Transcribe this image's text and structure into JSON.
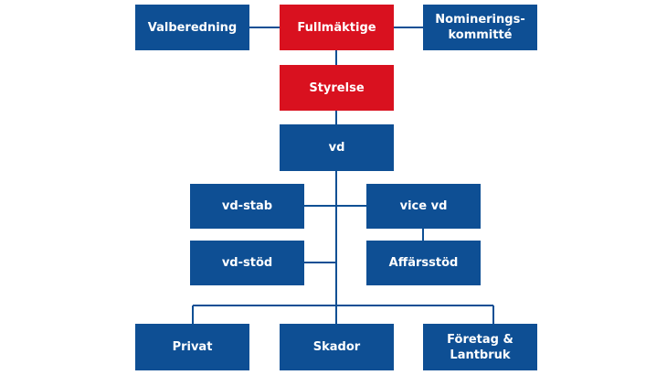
{
  "colors": {
    "governance": "#d9111f",
    "organization": "#0e4f94",
    "connector": "#0e4f94"
  },
  "boxes": {
    "valberedning": "Valberedning",
    "fullmaktige": "Fullmäktige",
    "nominering": "Nominerings-\nkommitté",
    "styrelse": "Styrelse",
    "vd": "vd",
    "vdstab": "vd-stab",
    "vicevd": "vice vd",
    "vdstod": "vd-stöd",
    "affarsstod": "Affärsstöd",
    "privat": "Privat",
    "skador": "Skador",
    "foretag": "Företag &\nLantbruk"
  }
}
